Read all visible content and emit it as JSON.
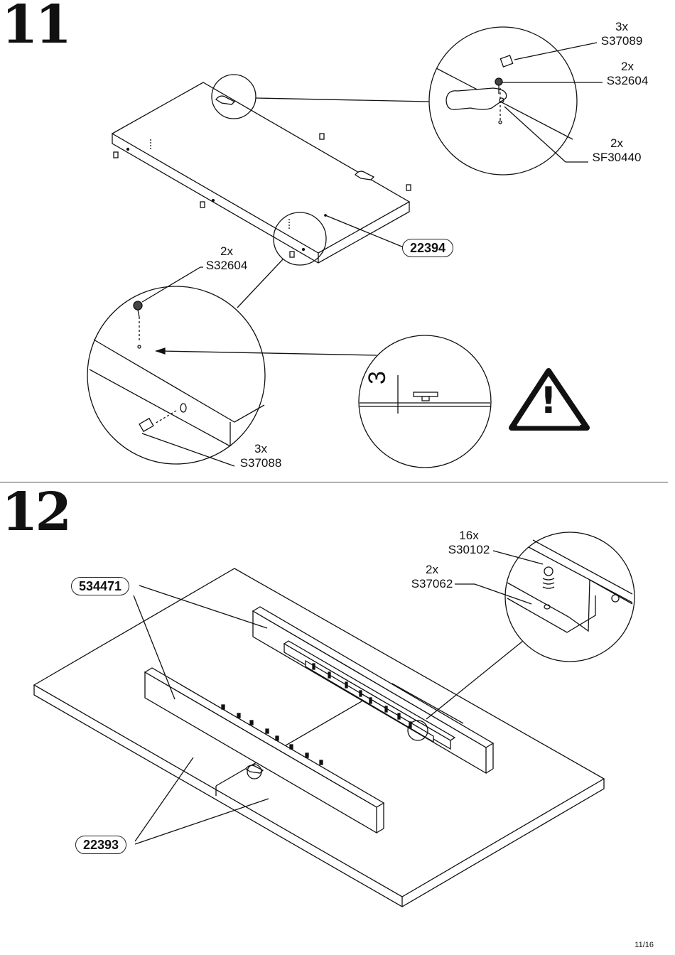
{
  "page": {
    "page_number": "11/16"
  },
  "step11": {
    "number": "11",
    "callouts": [
      {
        "qty": "3x",
        "code": "S37089"
      },
      {
        "qty": "2x",
        "code": "S32604"
      },
      {
        "qty": "2x",
        "code": "SF30440"
      }
    ],
    "part_label": "22394",
    "detail_screw": {
      "qty": "2x",
      "code": "S32604"
    },
    "detail_dowel": {
      "qty": "3x",
      "code": "S37088"
    },
    "dimension": "3",
    "warning_icon": "warning-triangle-icon"
  },
  "step12": {
    "number": "12",
    "callouts": [
      {
        "qty": "16x",
        "code": "S30102"
      },
      {
        "qty": "2x",
        "code": "S37062"
      }
    ],
    "part_label_rail": "534471",
    "part_label_panel": "22393"
  }
}
